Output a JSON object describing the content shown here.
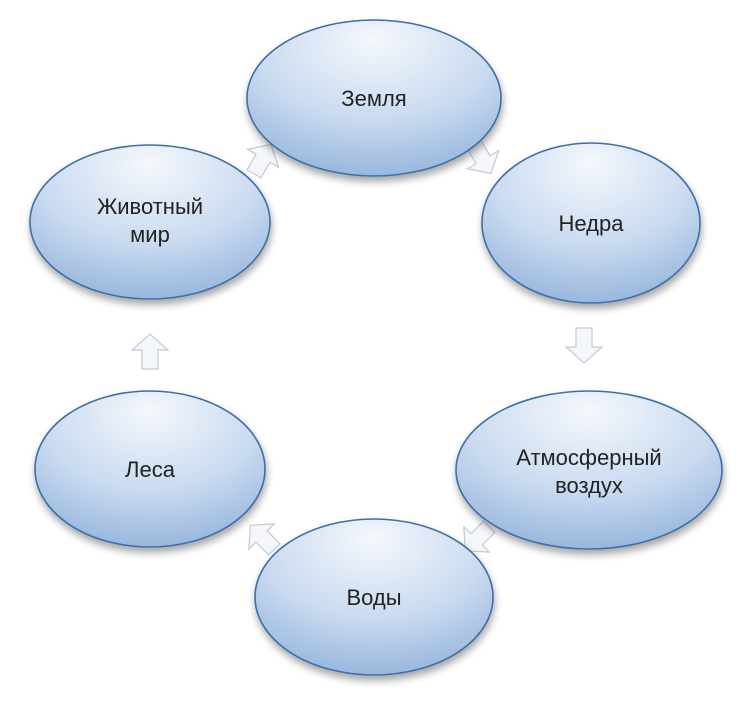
{
  "diagram": {
    "type": "cycle",
    "nodes": [
      {
        "id": "zemlya",
        "lines": [
          "Земля"
        ]
      },
      {
        "id": "nedra",
        "lines": [
          "Недра"
        ]
      },
      {
        "id": "atmosfernyj-vozduh",
        "lines": [
          "Атмосферный",
          "воздух"
        ]
      },
      {
        "id": "vody",
        "lines": [
          "Воды"
        ]
      },
      {
        "id": "lesa",
        "lines": [
          "Леса"
        ]
      },
      {
        "id": "zhivotnyj-mir",
        "lines": [
          "Животный",
          "мир"
        ]
      }
    ],
    "arrows": [
      {
        "from": "zemlya",
        "to": "nedra"
      },
      {
        "from": "nedra",
        "to": "atmosfernyj-vozduh"
      },
      {
        "from": "atmosfernyj-vozduh",
        "to": "vody"
      },
      {
        "from": "vody",
        "to": "lesa"
      },
      {
        "from": "lesa",
        "to": "zhivotnyj-mir"
      },
      {
        "from": "zhivotnyj-mir",
        "to": "zemlya"
      }
    ],
    "colors": {
      "node_fill_light": "#f5f8fc",
      "node_fill_dark": "#8fb0d9",
      "node_stroke": "#3e6fa8",
      "arrow_fill": "#f4f6f9",
      "arrow_stroke": "#c2cad6",
      "text": "#222222"
    }
  }
}
